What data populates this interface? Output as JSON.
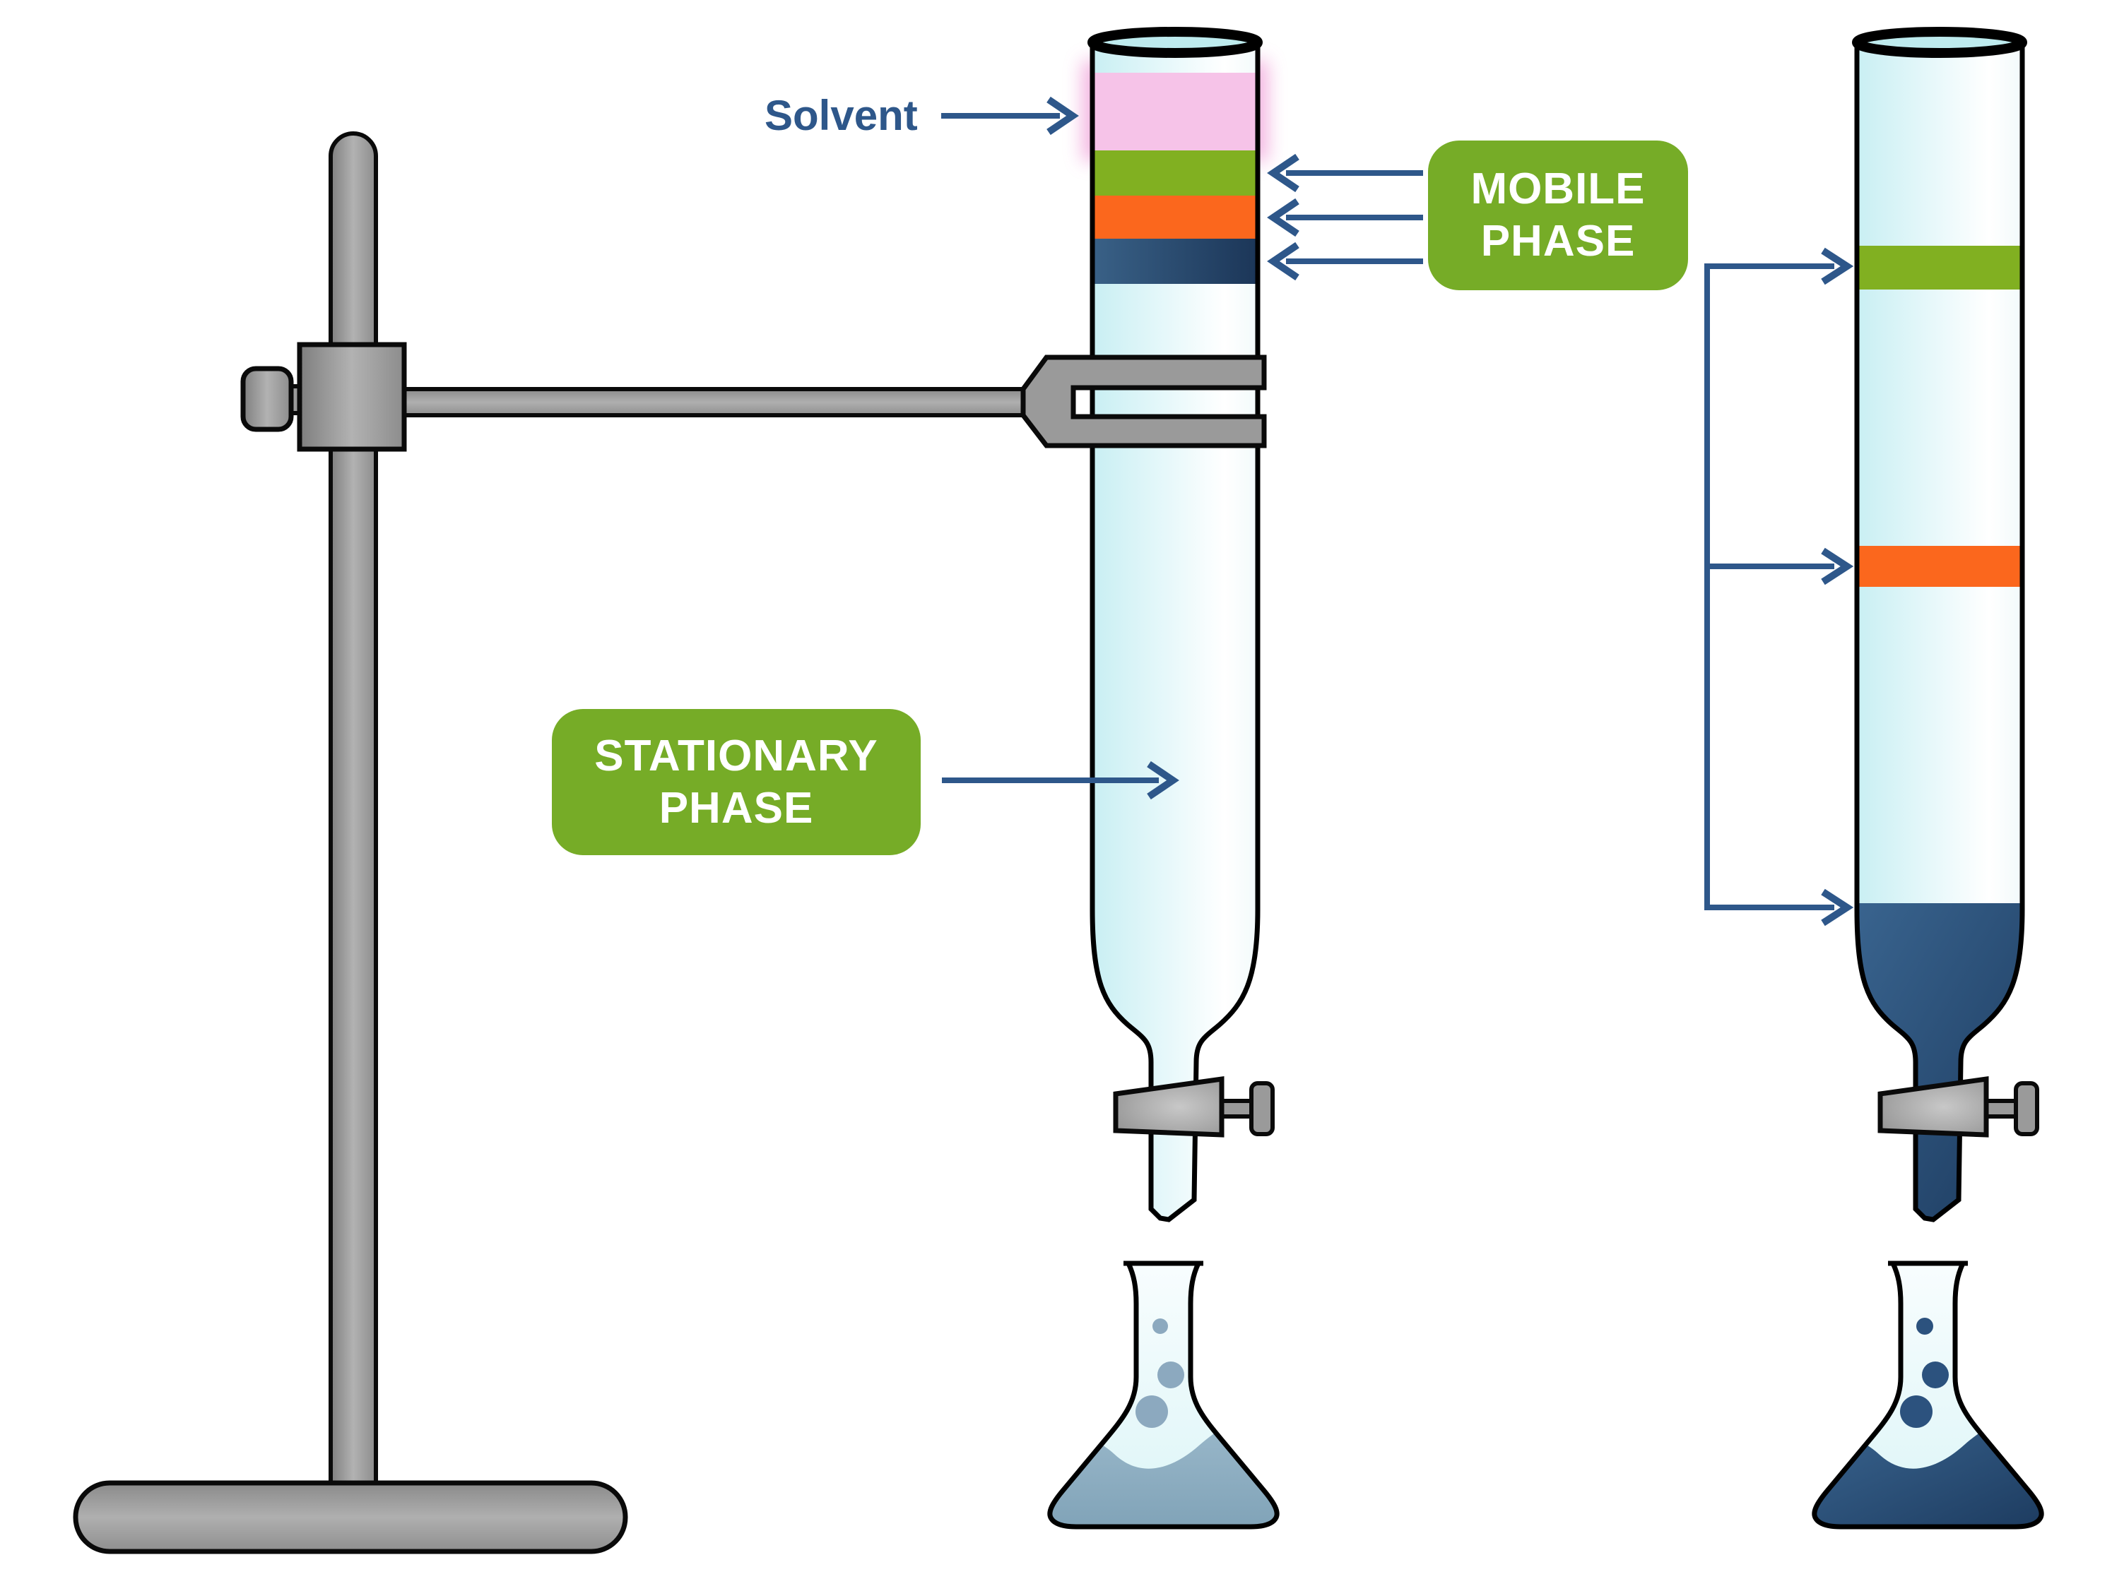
{
  "labels": {
    "solvent": "Solvent",
    "mobile_phase": [
      "MOBILE",
      "PHASE"
    ],
    "stationary_phase": [
      "STATIONARY",
      "PHASE"
    ]
  },
  "colors": {
    "label_green": "#76AC27",
    "arrow_blue": "#2E578A",
    "band_green": "#81B021",
    "band_orange": "#FB671D",
    "band_navy": "#1F3C64",
    "solvent_pink": "#F6C3E8",
    "glass_tint": "#C9EFF3",
    "metal_gray": "#9A9A9A",
    "flask_liquid_left": "#8FB0C3",
    "flask_liquid_right": "#2C527E"
  },
  "left_column": {
    "bands_top_to_bottom": [
      "solvent-pink",
      "component-green",
      "component-orange",
      "component-navy"
    ]
  },
  "right_column": {
    "bands_top_to_bottom": [
      "component-green",
      "component-orange",
      "collected-navy-liquid"
    ]
  }
}
